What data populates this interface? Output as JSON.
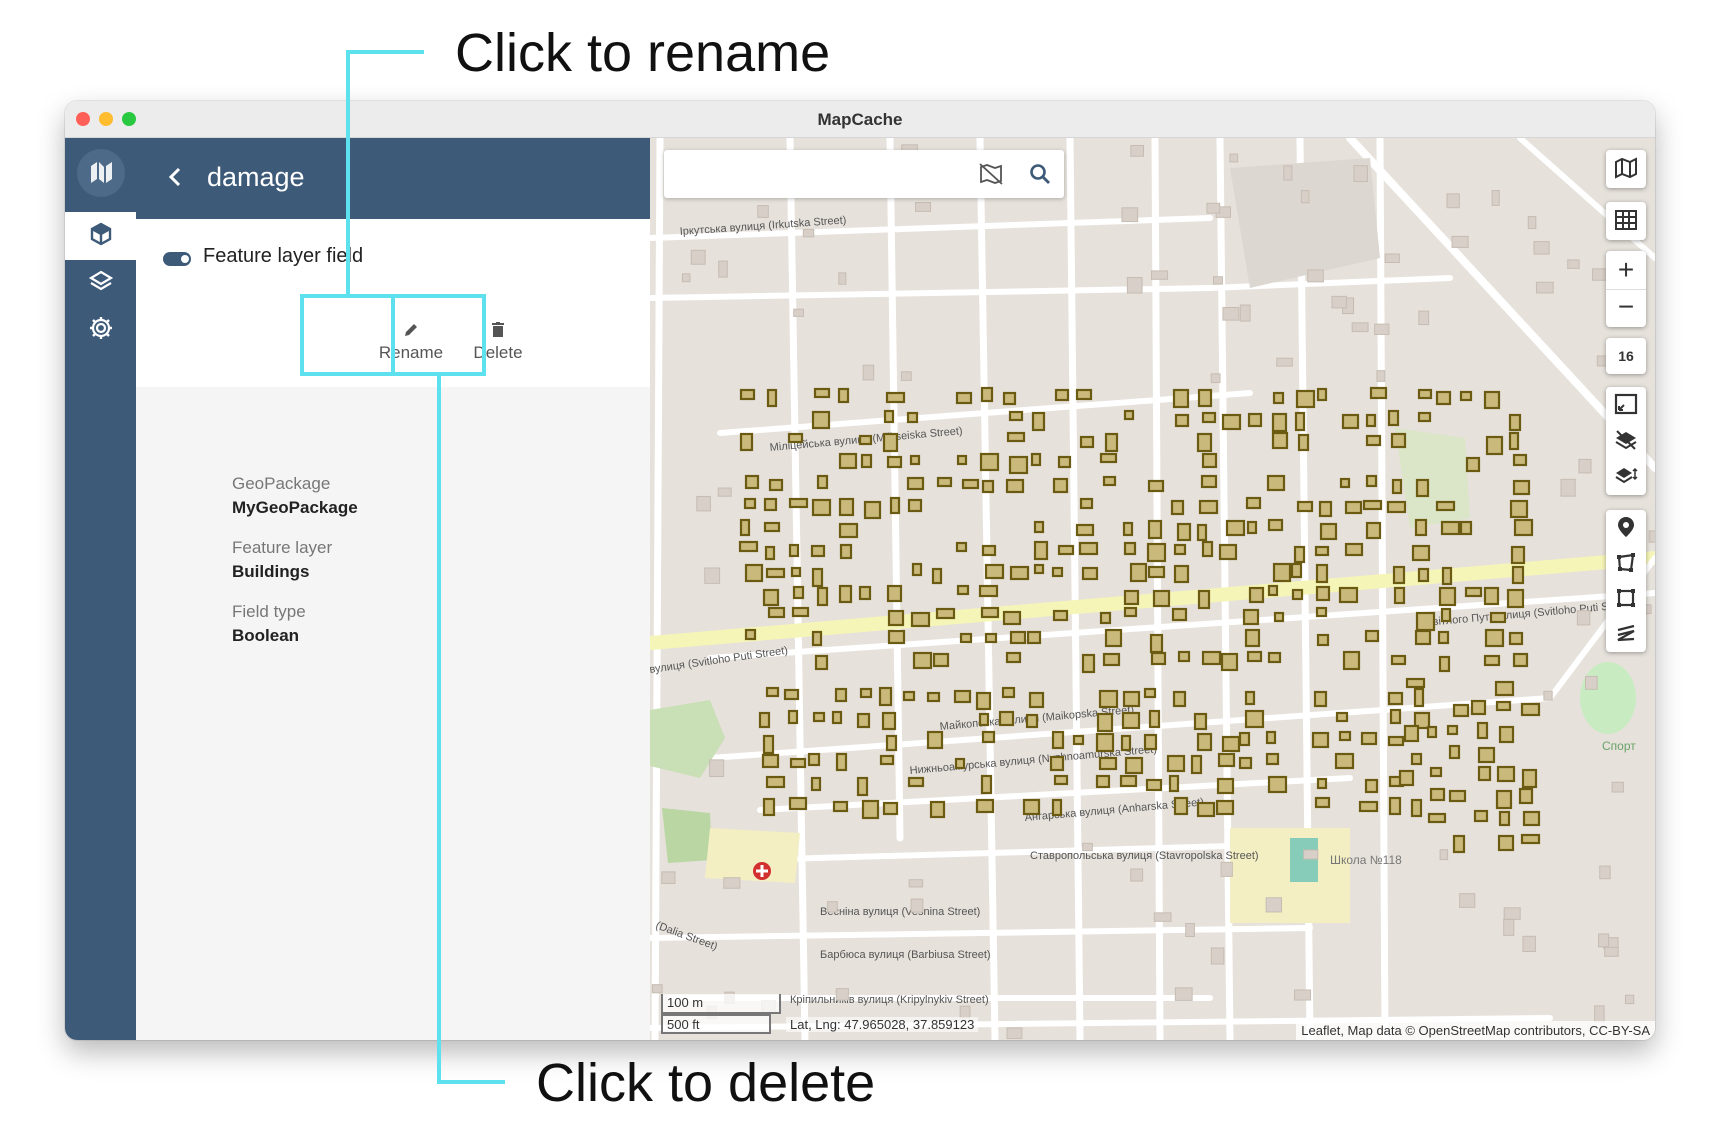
{
  "callouts": {
    "rename": "Click to rename",
    "delete": "Click to delete",
    "highlight_color": "#5ee1ef"
  },
  "window": {
    "title": "MapCache",
    "traffic_lights": [
      "close",
      "minimize",
      "zoom"
    ]
  },
  "rail": {
    "items": [
      {
        "icon": "cube-icon",
        "active": true
      },
      {
        "icon": "layers-icon",
        "active": false
      },
      {
        "icon": "gear-icon",
        "active": false
      }
    ]
  },
  "panel": {
    "title": "damage",
    "section_title": "Feature layer field",
    "actions": {
      "rename": "Rename",
      "delete": "Delete"
    },
    "info": [
      {
        "label": "GeoPackage",
        "value": "MyGeoPackage"
      },
      {
        "label": "Feature layer",
        "value": "Buildings"
      },
      {
        "label": "Field type",
        "value": "Boolean"
      }
    ]
  },
  "map": {
    "search": {
      "placeholder": ""
    },
    "zoom_level": "16",
    "scale": {
      "metric": "100 m",
      "imperial": "500 ft"
    },
    "latlng": "Lat, Lng: 47.965028, 37.859123",
    "attribution": "Leaflet, Map data © OpenStreetMap contributors, CC-BY-SA",
    "street_labels": {
      "irkutska": "Іркутська вулиця (Irkutska Street)",
      "militseiska": "Міліцейська вулиця (Militseiska Street)",
      "svitloho_east": "Світлого Путі вулиця (Svitloho Puti Street)",
      "svitloho_west": "вулиця (Svitloho Puti Street)",
      "maikopska": "Майкопська вулиця (Maikopska Street)",
      "nyzhnoamurska": "Нижньоамурська вулиця (Nyzhnoamurska Street)",
      "anharska": "Ангарська вулиця (Anharska Street)",
      "stavropolska": "Ставропольська вулиця (Stavropolska Street)",
      "vesnina": "Весніна вулиця (Vesnina Street)",
      "barbiusa": "Барбюса вулиця (Barbiusa Street)",
      "kripylnykiv": "Кріпильників вулиця (Kripylnykiv Street)",
      "dalia": "(Dalia Street)",
      "school": "Школа №118",
      "sport": "Спорт"
    },
    "colors": {
      "building_fill": "#c9b97a",
      "building_stroke": "#6b5a12",
      "road": "#ffffff",
      "ground": "#e6e1db",
      "main_road": "#f5f5b8"
    }
  }
}
